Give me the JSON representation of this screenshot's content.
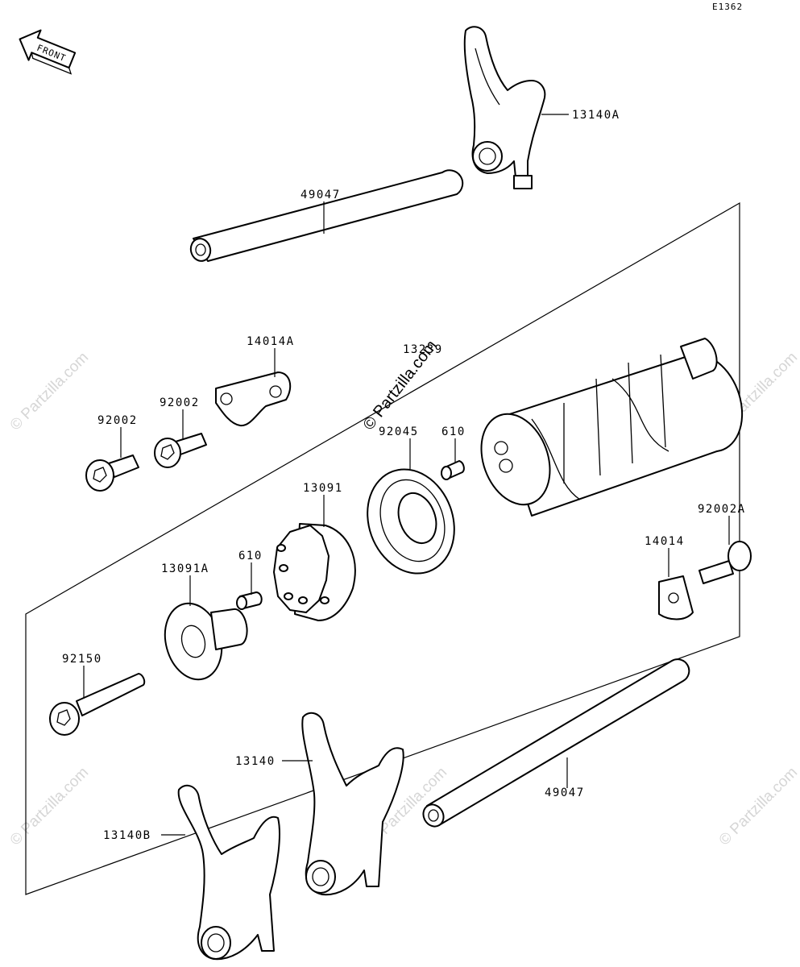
{
  "diagram": {
    "code": "E1362",
    "front_label": "FRONT",
    "watermark_main": "© Partzilla.com",
    "watermark_faint": "© Partzilla.com",
    "labels": {
      "fork_13140A": "13140A",
      "rod_upper_49047": "49047",
      "plate_14014A": "14014A",
      "drum_13239": "13239",
      "bolt_92002_left": "92002",
      "bolt_92002_right": "92002",
      "bearing_92045": "92045",
      "pin_610_upper": "610",
      "cam_13091": "13091",
      "bolt_92002A": "92002A",
      "plate_14014": "14014",
      "pin_610_lower": "610",
      "holder_13091A": "13091A",
      "bolt_92150": "92150",
      "fork_13140": "13140",
      "rod_lower_49047": "49047",
      "fork_13140B": "13140B"
    }
  }
}
